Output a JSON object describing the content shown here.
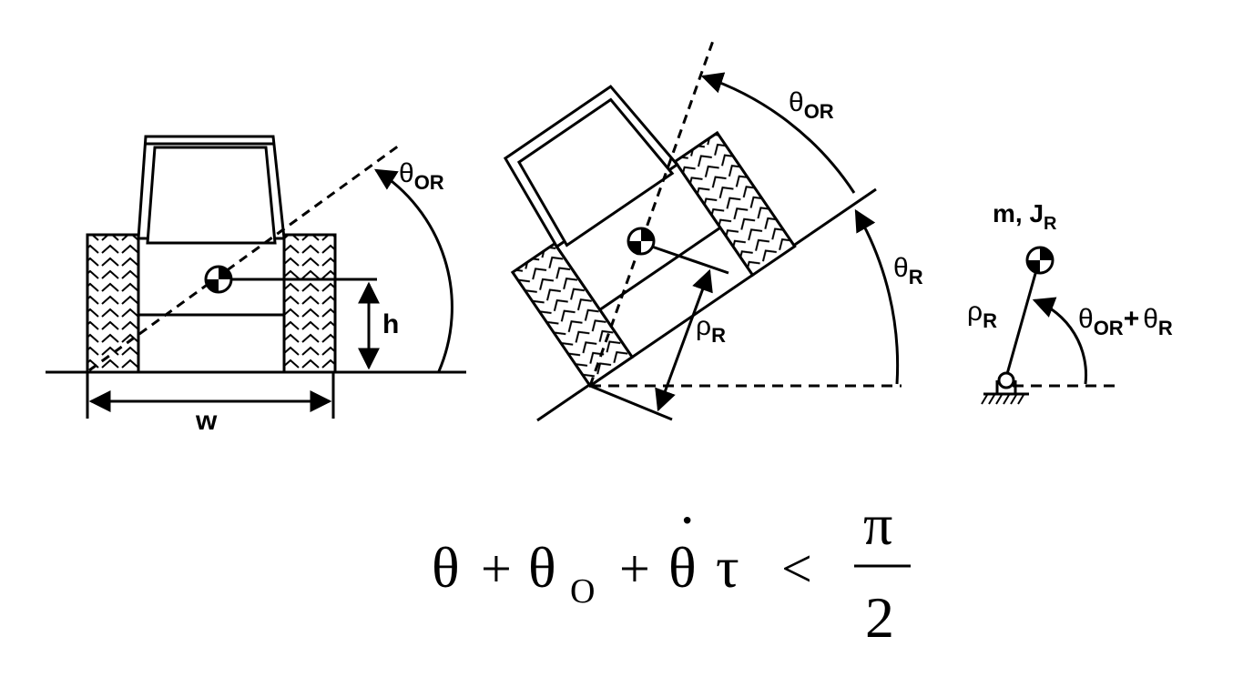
{
  "front_view": {
    "theta_or": {
      "sym": "θ",
      "sub": "OR"
    },
    "h_label": "h",
    "w_label": "w"
  },
  "tilted_view": {
    "theta_or": {
      "sym": "θ",
      "sub": "OR"
    },
    "theta_r": {
      "sym": "θ",
      "sub": "R"
    },
    "rho_r": {
      "sym": "ρ",
      "sub": "R"
    }
  },
  "pendulum_model": {
    "mass_label": "m, J",
    "mass_sub": "R",
    "rho_r": {
      "sym": "ρ",
      "sub": "R"
    },
    "angle_sum": {
      "sym1": "θ",
      "sub1": "OR",
      "plus": "+",
      "sym2": "θ",
      "sub2": "R"
    }
  },
  "equation": {
    "t1": "θ",
    "plus1": "+",
    "t2": "θ",
    "t2_sub": "O",
    "plus2": "+",
    "t3": "θ",
    "t3_dot": "·",
    "tau": "τ",
    "lt": "<",
    "numerator": "π",
    "denominator": "2"
  }
}
